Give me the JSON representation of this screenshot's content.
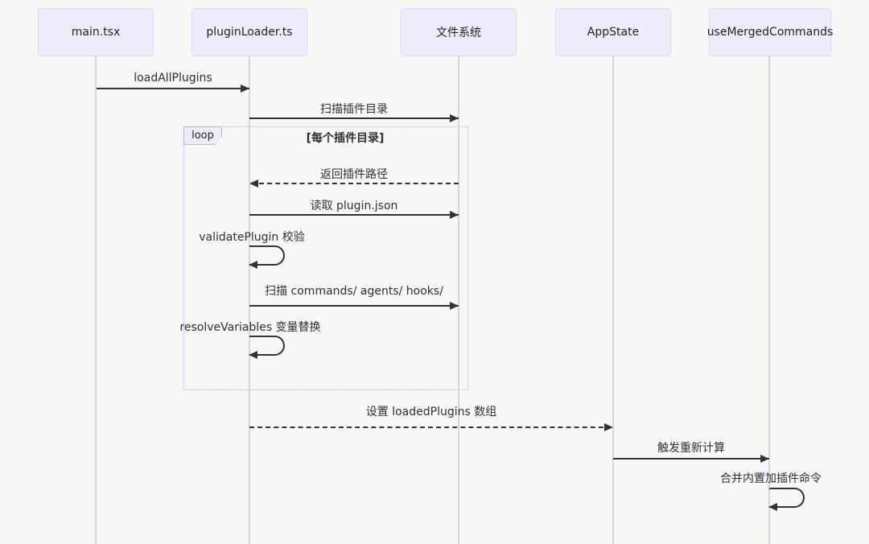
{
  "diagram": {
    "type": "sequence-diagram",
    "participants": [
      {
        "name": "main.tsx"
      },
      {
        "name": "pluginLoader.ts"
      },
      {
        "name": "文件系统"
      },
      {
        "name": "AppState"
      },
      {
        "name": "useMergedCommands"
      }
    ],
    "loop": {
      "label": "loop",
      "condition": "[每个插件目录]"
    },
    "messages": [
      {
        "from": "main.tsx",
        "to": "pluginLoader.ts",
        "label": "loadAllPlugins",
        "style": "solid"
      },
      {
        "from": "pluginLoader.ts",
        "to": "文件系统",
        "label": "扫描插件目录",
        "style": "solid"
      },
      {
        "from": "文件系统",
        "to": "pluginLoader.ts",
        "label": "返回插件路径",
        "style": "dashed"
      },
      {
        "from": "pluginLoader.ts",
        "to": "文件系统",
        "label": "读取 plugin.json",
        "style": "solid"
      },
      {
        "from": "pluginLoader.ts",
        "to": "pluginLoader.ts",
        "label": "validatePlugin 校验",
        "style": "self"
      },
      {
        "from": "pluginLoader.ts",
        "to": "文件系统",
        "label": "扫描 commands/ agents/ hooks/",
        "style": "solid"
      },
      {
        "from": "pluginLoader.ts",
        "to": "pluginLoader.ts",
        "label": "resolveVariables 变量替换",
        "style": "self"
      },
      {
        "from": "pluginLoader.ts",
        "to": "AppState",
        "label": "设置 loadedPlugins 数组",
        "style": "dashed"
      },
      {
        "from": "AppState",
        "to": "useMergedCommands",
        "label": "触发重新计算",
        "style": "solid"
      },
      {
        "from": "useMergedCommands",
        "to": "useMergedCommands",
        "label": "合并内置加插件命令",
        "style": "self"
      }
    ],
    "colors": {
      "background": "#f7f7f8",
      "participant_fill": "#ececfa",
      "participant_border": "#d9d9ec",
      "lifeline": "#d5d5e8",
      "arrow": "#333333",
      "text": "#27272f",
      "loop_border": "#b3b3dd",
      "loop_label_fill": "#ececfa"
    }
  }
}
